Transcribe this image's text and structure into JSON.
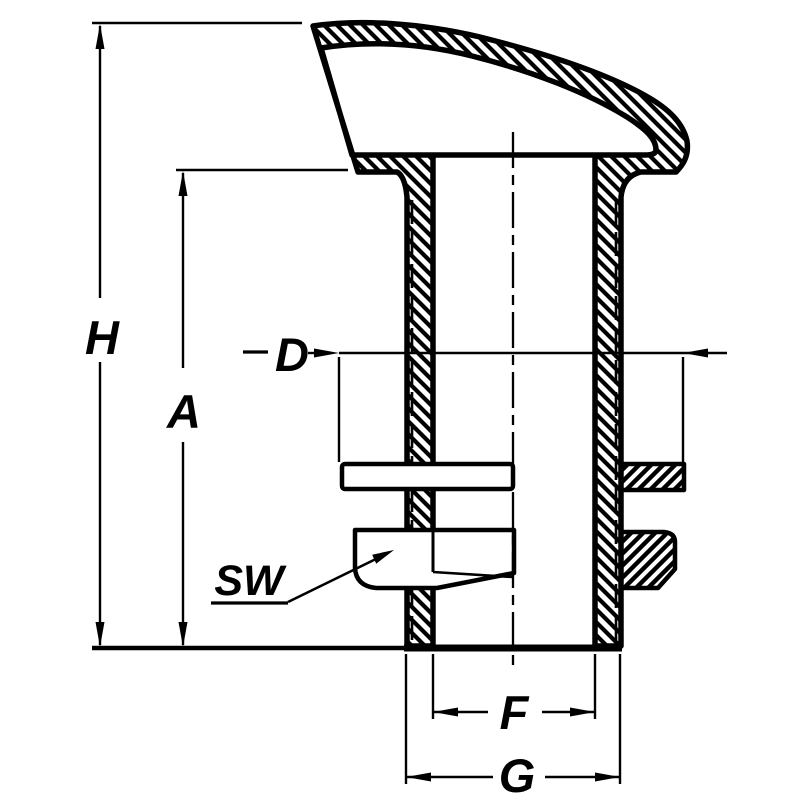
{
  "drawing": {
    "kind": "technical-cross-section",
    "labels": {
      "overall_height": "H",
      "shank_height": "A",
      "washer_diameter": "D",
      "wrench_size": "SW",
      "inner_diameter": "F",
      "outer_diameter": "G"
    },
    "colors": {
      "ink": "#000000",
      "paper": "#ffffff"
    }
  }
}
